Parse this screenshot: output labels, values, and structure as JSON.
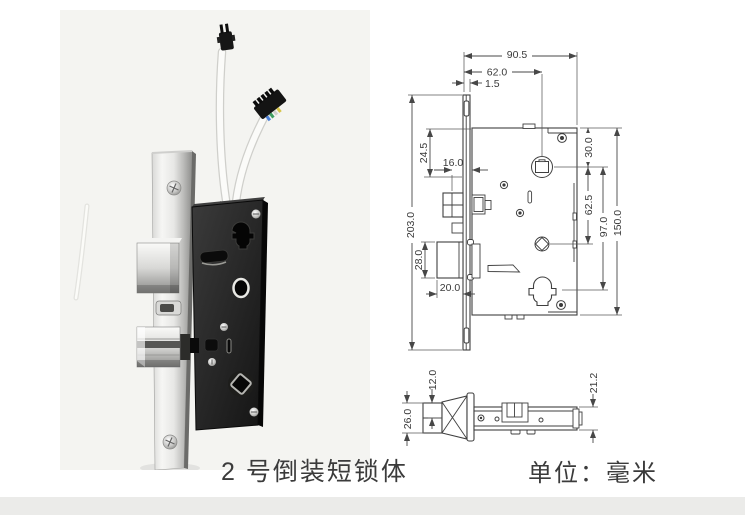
{
  "captions": {
    "product_label": "2 号倒装短锁体",
    "unit_label": "单位：毫米"
  },
  "drawing": {
    "front_view": {
      "total_width": "90.5",
      "spindle_offset": "62.0",
      "faceplate_thickness": "1.5",
      "faceplate_height": "203.0",
      "top_to_latch": "24.5",
      "latch_width": "16.0",
      "deadbolt_height": "28.0",
      "deadbolt_throw": "20.0",
      "top_to_spindle": "30.0",
      "spindle_to_square": "62.5",
      "spindle_to_cylinder": "97.0",
      "case_height": "150.0"
    },
    "bottom_view": {
      "latch_half_width": "12.0",
      "faceplate_width": "26.0",
      "case_thickness": "21.2"
    }
  },
  "colors": {
    "line": "#3f3f3f",
    "text": "#3a3a3a",
    "photo_background": "#f4f4f1",
    "chrome": "#d9d9d7",
    "case_black": "#1a1a1a"
  }
}
